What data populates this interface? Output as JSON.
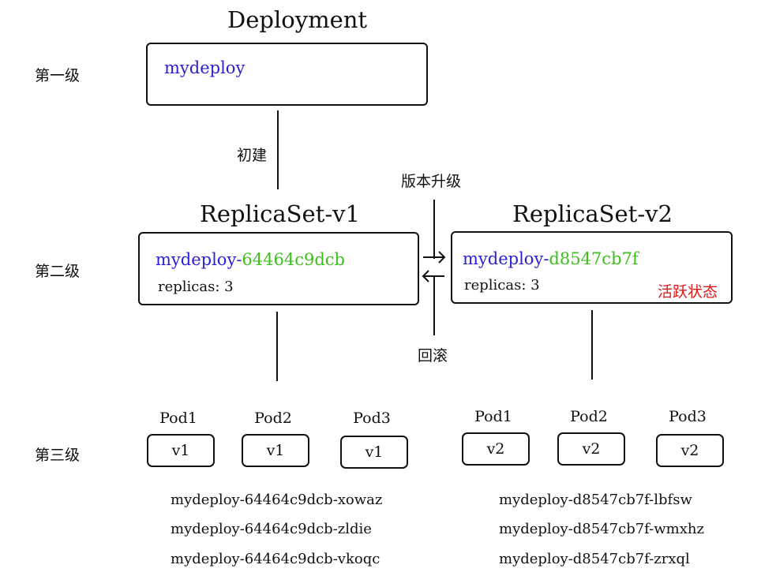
{
  "colors": {
    "name": "#2a1fd6",
    "hash": "#3cbf1a",
    "active": "#e01818",
    "line": "#111111"
  },
  "levels": [
    "第一级",
    "第二级",
    "第三级"
  ],
  "deployment": {
    "title": "Deployment",
    "name": "mydeploy"
  },
  "edges": {
    "create": "初建",
    "upgrade": "版本升级",
    "rollback": "回滚"
  },
  "rs_v1": {
    "title": "ReplicaSet-v1",
    "name_prefix": "mydeploy-",
    "name_hash": "64464c9dcb",
    "replicas": "replicas: 3"
  },
  "rs_v2": {
    "title": "ReplicaSet-v2",
    "name_prefix": "mydeploy-",
    "name_hash": "d8547cb7f",
    "replicas": "replicas: 3",
    "status": "活跃状态"
  },
  "pods_v1": [
    {
      "label": "Pod1",
      "version": "v1"
    },
    {
      "label": "Pod2",
      "version": "v1"
    },
    {
      "label": "Pod3",
      "version": "v1"
    }
  ],
  "pods_v2": [
    {
      "label": "Pod1",
      "version": "v2"
    },
    {
      "label": "Pod2",
      "version": "v2"
    },
    {
      "label": "Pod3",
      "version": "v2"
    }
  ],
  "pod_names_v1": [
    "mydeploy-64464c9dcb-xowaz",
    "mydeploy-64464c9dcb-zldie",
    "mydeploy-64464c9dcb-vkoqc"
  ],
  "pod_names_v2": [
    "mydeploy-d8547cb7f-lbfsw",
    "mydeploy-d8547cb7f-wmxhz",
    "mydeploy-d8547cb7f-zrxql"
  ]
}
